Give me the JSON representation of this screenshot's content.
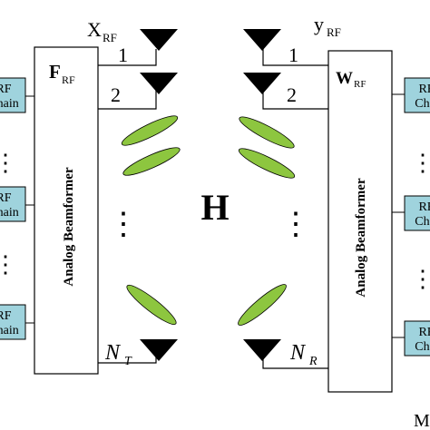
{
  "transmitter": {
    "signal_label": "X",
    "signal_sub": "RF",
    "precoder_label": "F",
    "precoder_sub": "RF",
    "beamformer_label": "Analog Beamformer",
    "antenna_1": "1",
    "antenna_2": "2",
    "antenna_n_main": "N",
    "antenna_n_sub": "T",
    "rf_chain_line1": "RF",
    "rf_chain_line2": "Chain",
    "dots": "⋮"
  },
  "receiver": {
    "signal_label": "y",
    "signal_sub": "RF",
    "combiner_label": "W",
    "combiner_sub": "RF",
    "beamformer_label": "Analog Beamformer",
    "antenna_1": "1",
    "antenna_2": "2",
    "antenna_n_main": "N",
    "antenna_n_sub": "R",
    "rf_chain_line1": "RF",
    "rf_chain_line2": "Chain",
    "dots": "⋮"
  },
  "channel": {
    "label": "H",
    "dots": "⋮"
  },
  "corner_label": "M",
  "colors": {
    "rf_chain_fill": "#9fd3dd",
    "beam_fill": "#8dc63f",
    "stroke": "#000000"
  },
  "icons": {
    "antenna": "antenna-triangle-icon",
    "beam": "beam-ellipse-icon"
  }
}
